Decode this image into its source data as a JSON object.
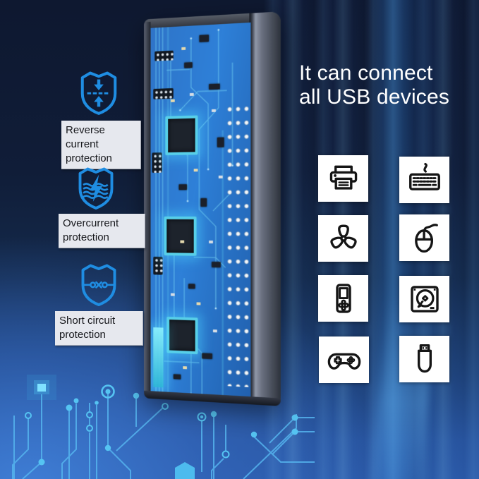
{
  "protections": {
    "items": [
      {
        "icon": "reverse-current-shield-icon",
        "label": "Reverse current protection"
      },
      {
        "icon": "overcurrent-shield-icon",
        "label": "Overcurrent protection"
      },
      {
        "icon": "short-circuit-shield-icon",
        "label": "Short circuit protection"
      }
    ]
  },
  "headline": {
    "line1": "It can connect",
    "line2": "all USB devices"
  },
  "device_icons": [
    {
      "name": "printer-icon"
    },
    {
      "name": "keyboard-icon"
    },
    {
      "name": "fan-icon"
    },
    {
      "name": "mouse-icon"
    },
    {
      "name": "mp3-player-icon"
    },
    {
      "name": "hard-drive-icon"
    },
    {
      "name": "game-controller-icon"
    },
    {
      "name": "usb-flash-drive-icon"
    }
  ],
  "colors": {
    "shield_blue": "#1f8de2",
    "label_bg": "#e6e8ee",
    "label_text": "#17181c",
    "headline_text": "#ffffff",
    "tile_bg": "#ffffff",
    "icon_stroke": "#151515",
    "pcb_blue": "#2e7ed4",
    "trace_cyan": "#55b8f0",
    "background_dark": "#0e1830",
    "background_blue": "#2a58a6"
  }
}
